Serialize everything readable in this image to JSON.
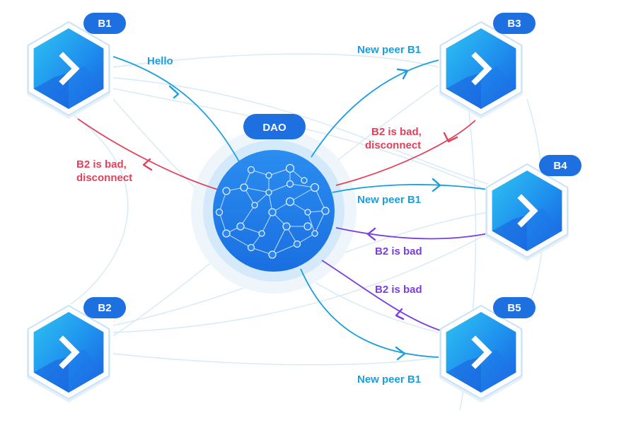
{
  "dao": {
    "label": "DAO",
    "color": "#1e7ae8"
  },
  "nodes": {
    "b1": {
      "label": "B1"
    },
    "b2": {
      "label": "B2"
    },
    "b3": {
      "label": "B3"
    },
    "b4": {
      "label": "B4"
    },
    "b5": {
      "label": "B5"
    }
  },
  "messages": {
    "hello": {
      "text": "Hello",
      "color": "#1a9ee0"
    },
    "b1_disconnect": {
      "line1": "B2 is bad,",
      "line2": "disconnect",
      "color": "#e0425a"
    },
    "b3_new_peer": {
      "text": "New peer B1",
      "color": "#1a9ee0"
    },
    "b3_disconnect": {
      "line1": "B2 is bad,",
      "line2": "disconnect",
      "color": "#e0425a"
    },
    "b4_new_peer": {
      "text": "New peer B1",
      "color": "#1a9ee0"
    },
    "b4_bad": {
      "text": "B2 is bad",
      "color": "#7a3ee0"
    },
    "b5_bad": {
      "text": "B2 is bad",
      "color": "#7a3ee0"
    },
    "b5_new_peer": {
      "text": "New peer B1",
      "color": "#1a9ee0"
    }
  },
  "colors": {
    "pill": "#1e6fe0",
    "hex_border": "#c9e2f7",
    "mesh": "#d6e9f5"
  }
}
